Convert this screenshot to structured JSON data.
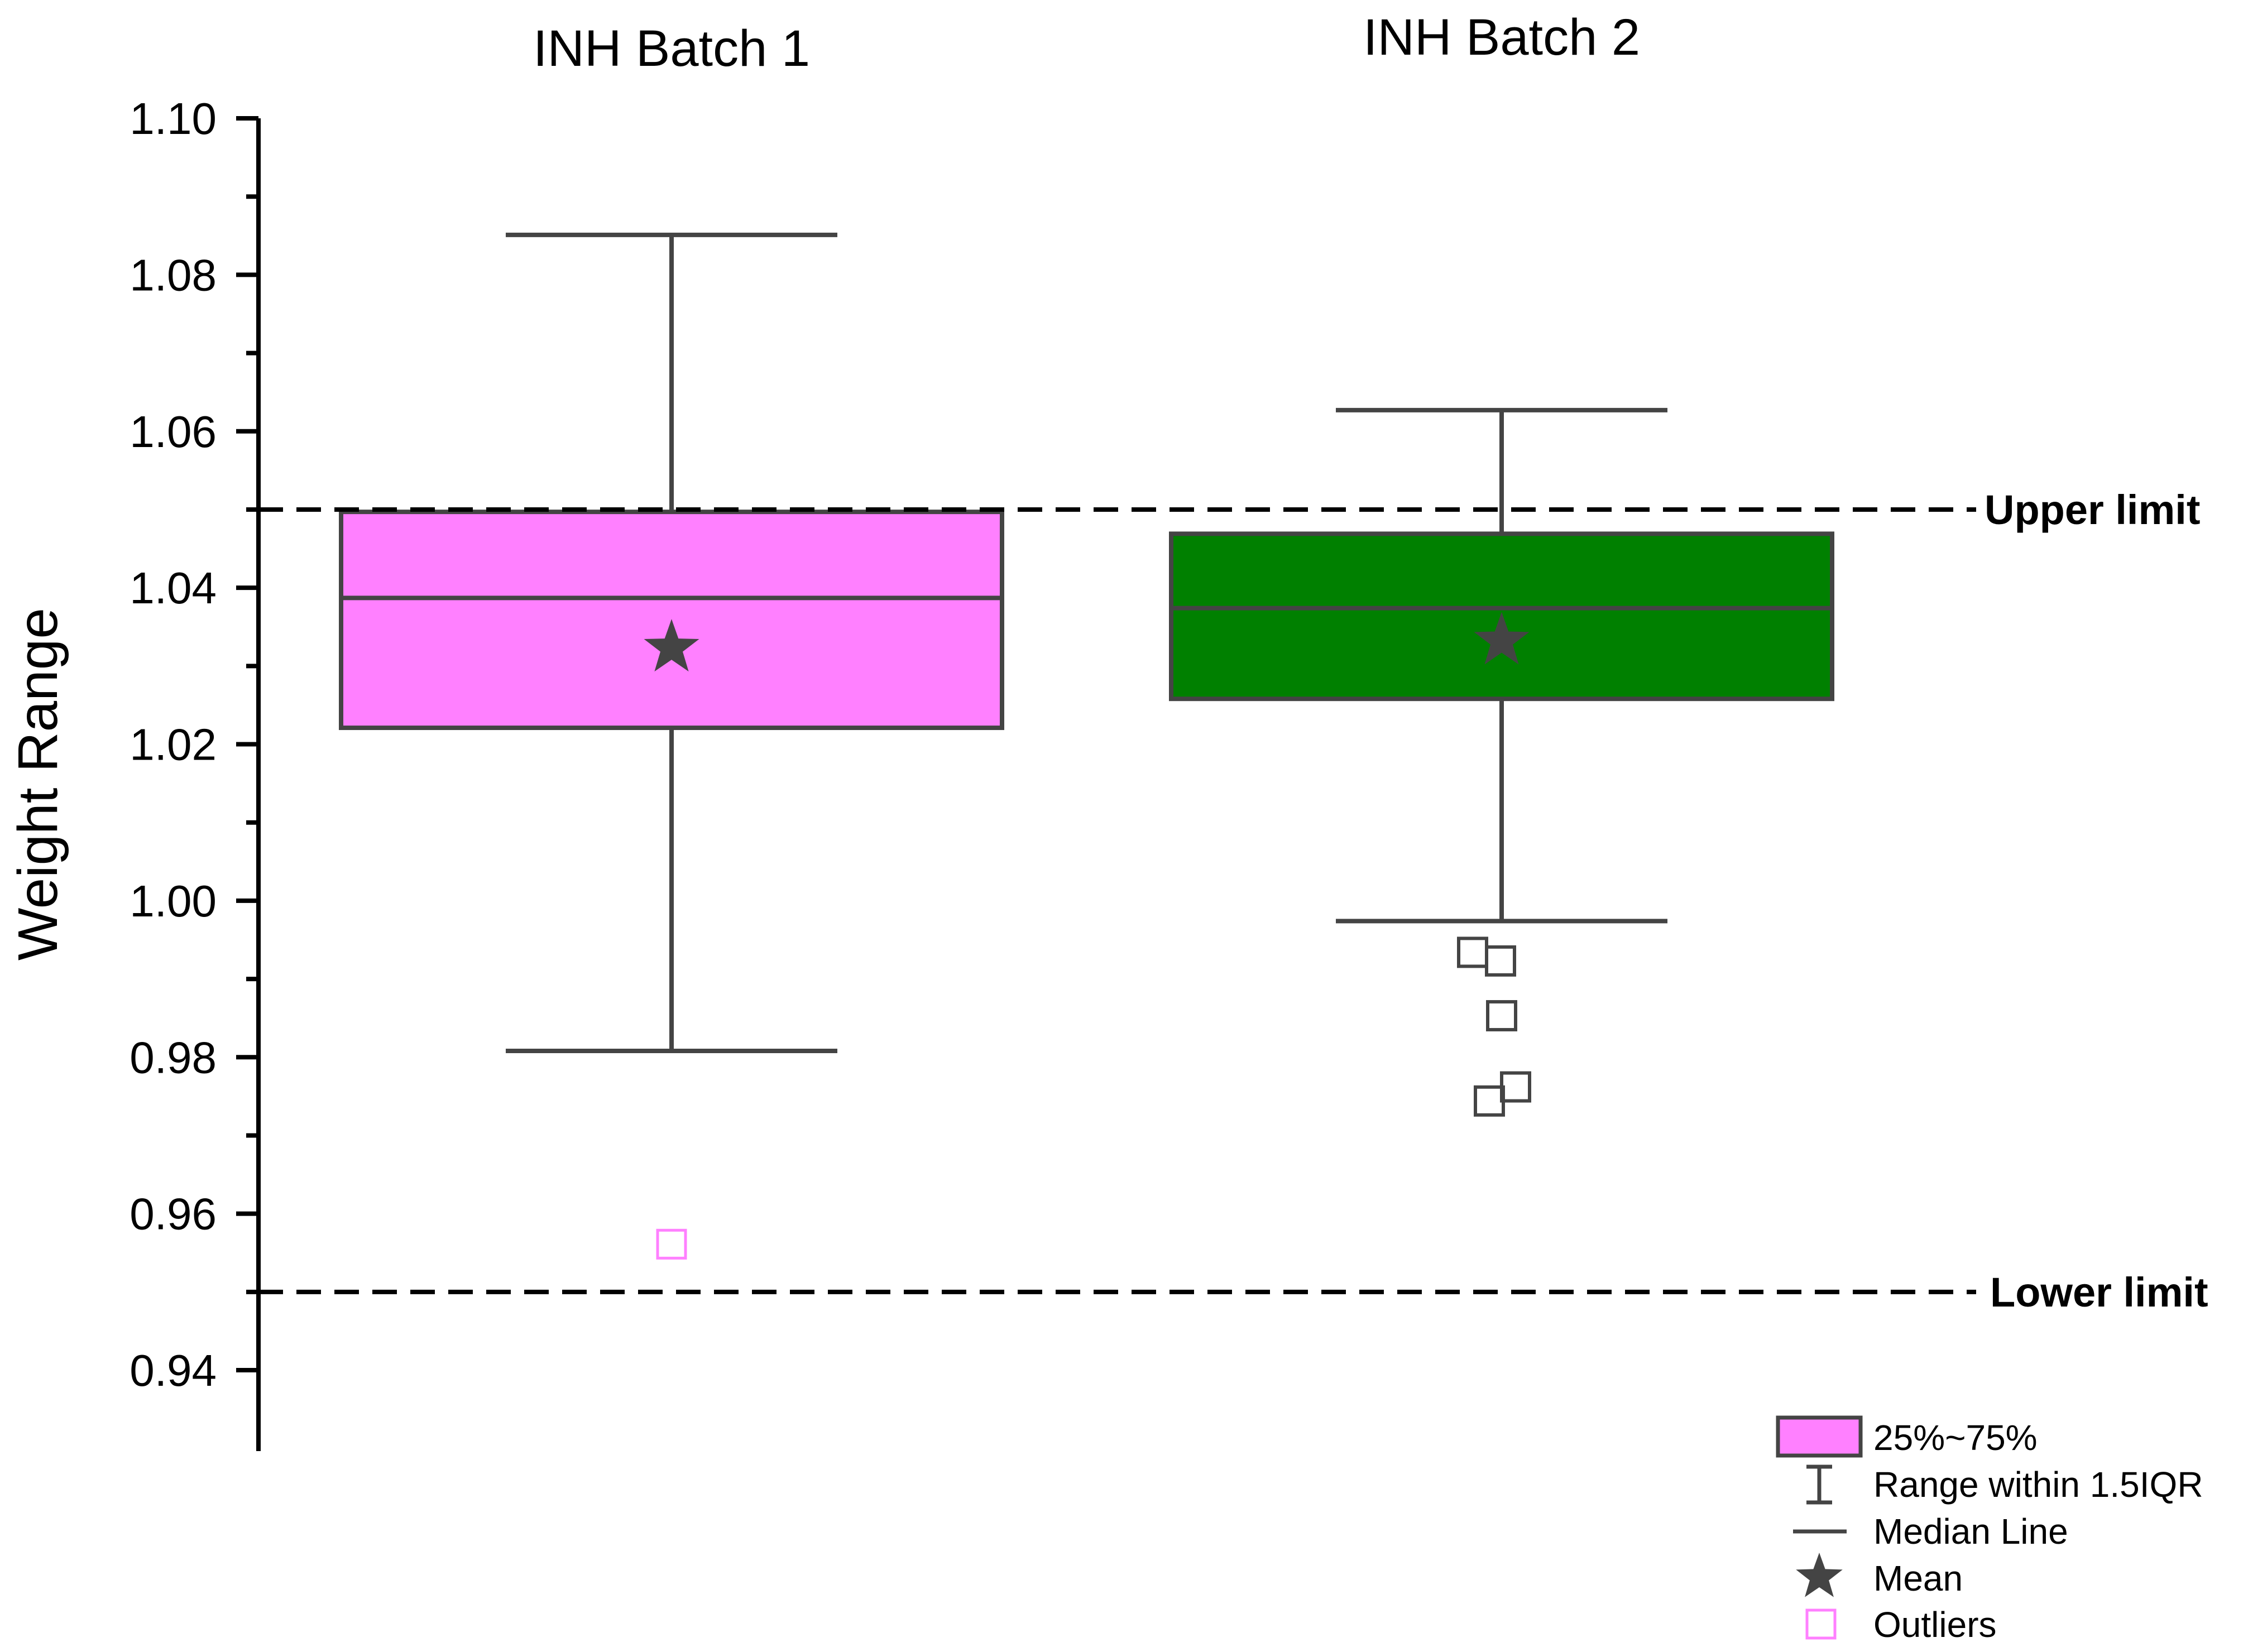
{
  "chart_data": {
    "type": "box",
    "ylabel": "Weight Range",
    "ylim": [
      0.93,
      1.1
    ],
    "yticks": [
      "1.10",
      "1.08",
      "1.06",
      "1.04",
      "1.02",
      "1.00",
      "0.98",
      "0.96",
      "0.94"
    ],
    "categories": [
      "INH Batch 1",
      "INH Batch 2"
    ],
    "series": [
      {
        "name": "INH Batch 1",
        "color": "#ff80ff",
        "whisker_low": 0.9808,
        "q1": 1.0221,
        "median": 1.0387,
        "q3": 1.0497,
        "whisker_high": 1.0851,
        "mean": 1.0323,
        "outliers": [
          0.9561
        ],
        "outlier_color": "#ff80ff"
      },
      {
        "name": "INH Batch 2",
        "color": "#008000",
        "whisker_low": 0.9974,
        "q1": 1.0258,
        "median": 1.0374,
        "q3": 1.0469,
        "whisker_high": 1.0627,
        "mean": 1.0332,
        "outliers": [
          0.9934,
          0.9923,
          0.9853,
          0.9762,
          0.9744
        ],
        "outlier_color": "#444444"
      }
    ],
    "reference_lines": [
      {
        "label": "Upper limit",
        "value": 1.05
      },
      {
        "label": "Lower limit",
        "value": 0.95
      }
    ],
    "legend": {
      "placement": "bottom-right",
      "items": [
        "25%~75%",
        "Range within 1.5IQR",
        "Median Line",
        "Mean",
        "Outliers"
      ]
    },
    "grid": false
  }
}
